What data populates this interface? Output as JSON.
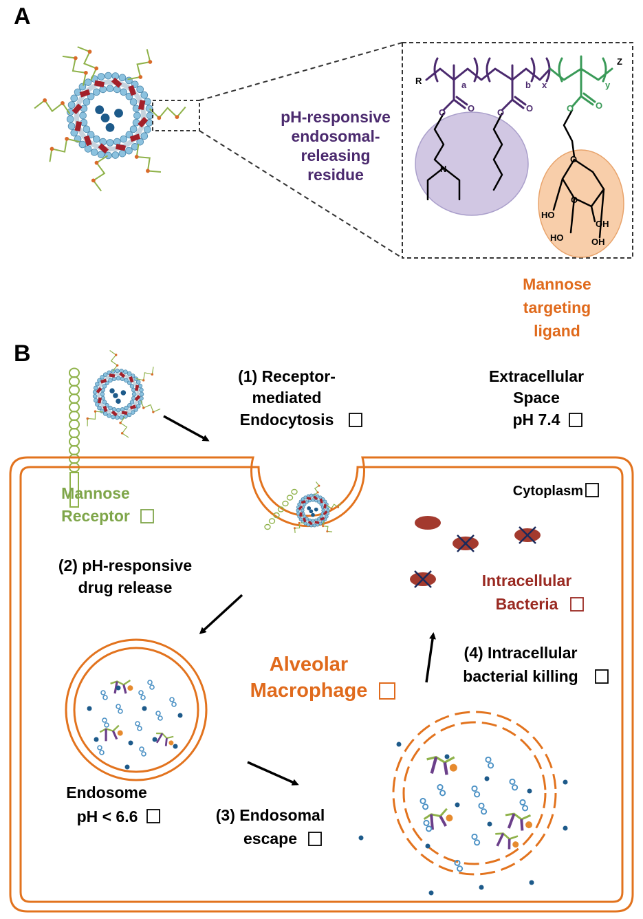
{
  "panel_a": {
    "letter": "A",
    "polymer": {
      "end_left": "R",
      "end_right": "Z",
      "sub_a": "a",
      "sub_b": "b",
      "sub_x": "x",
      "sub_y": "y",
      "nitrogen": "N",
      "oxygen": "O",
      "hydroxyl": "HO",
      "hydroxyl_right": "OH"
    },
    "ph_label": [
      "pH-responsive",
      "endosomal-",
      "releasing",
      "residue"
    ],
    "mannose_label": [
      "Mannose",
      "targeting",
      "ligand"
    ]
  },
  "panel_b": {
    "letter": "B",
    "step1": [
      "(1) Receptor-",
      "mediated",
      "Endocytosis"
    ],
    "extracellular": [
      "Extracellular",
      "Space",
      "pH 7.4"
    ],
    "mannose_receptor": [
      "Mannose",
      "Receptor"
    ],
    "cytoplasm": "Cytoplasm",
    "step2": [
      "(2) pH-responsive",
      "drug release"
    ],
    "bacteria": [
      "Intracellular",
      "Bacteria"
    ],
    "macrophage": [
      "Alveolar",
      "Macrophage"
    ],
    "step4": [
      "(4) Intracellular",
      "bacterial killing"
    ],
    "endosome": [
      "Endosome",
      "pH < 6.6"
    ],
    "step3": [
      "(3) Endosomal",
      "escape"
    ]
  },
  "colors": {
    "purple": "#4b2a6e",
    "orange": "#e06a1c",
    "green": "#7fa64a",
    "dark_red": "#9a2a22",
    "membrane": "#e2731e",
    "liposome": "#8cc2df",
    "dot": "#1d5a8a"
  }
}
